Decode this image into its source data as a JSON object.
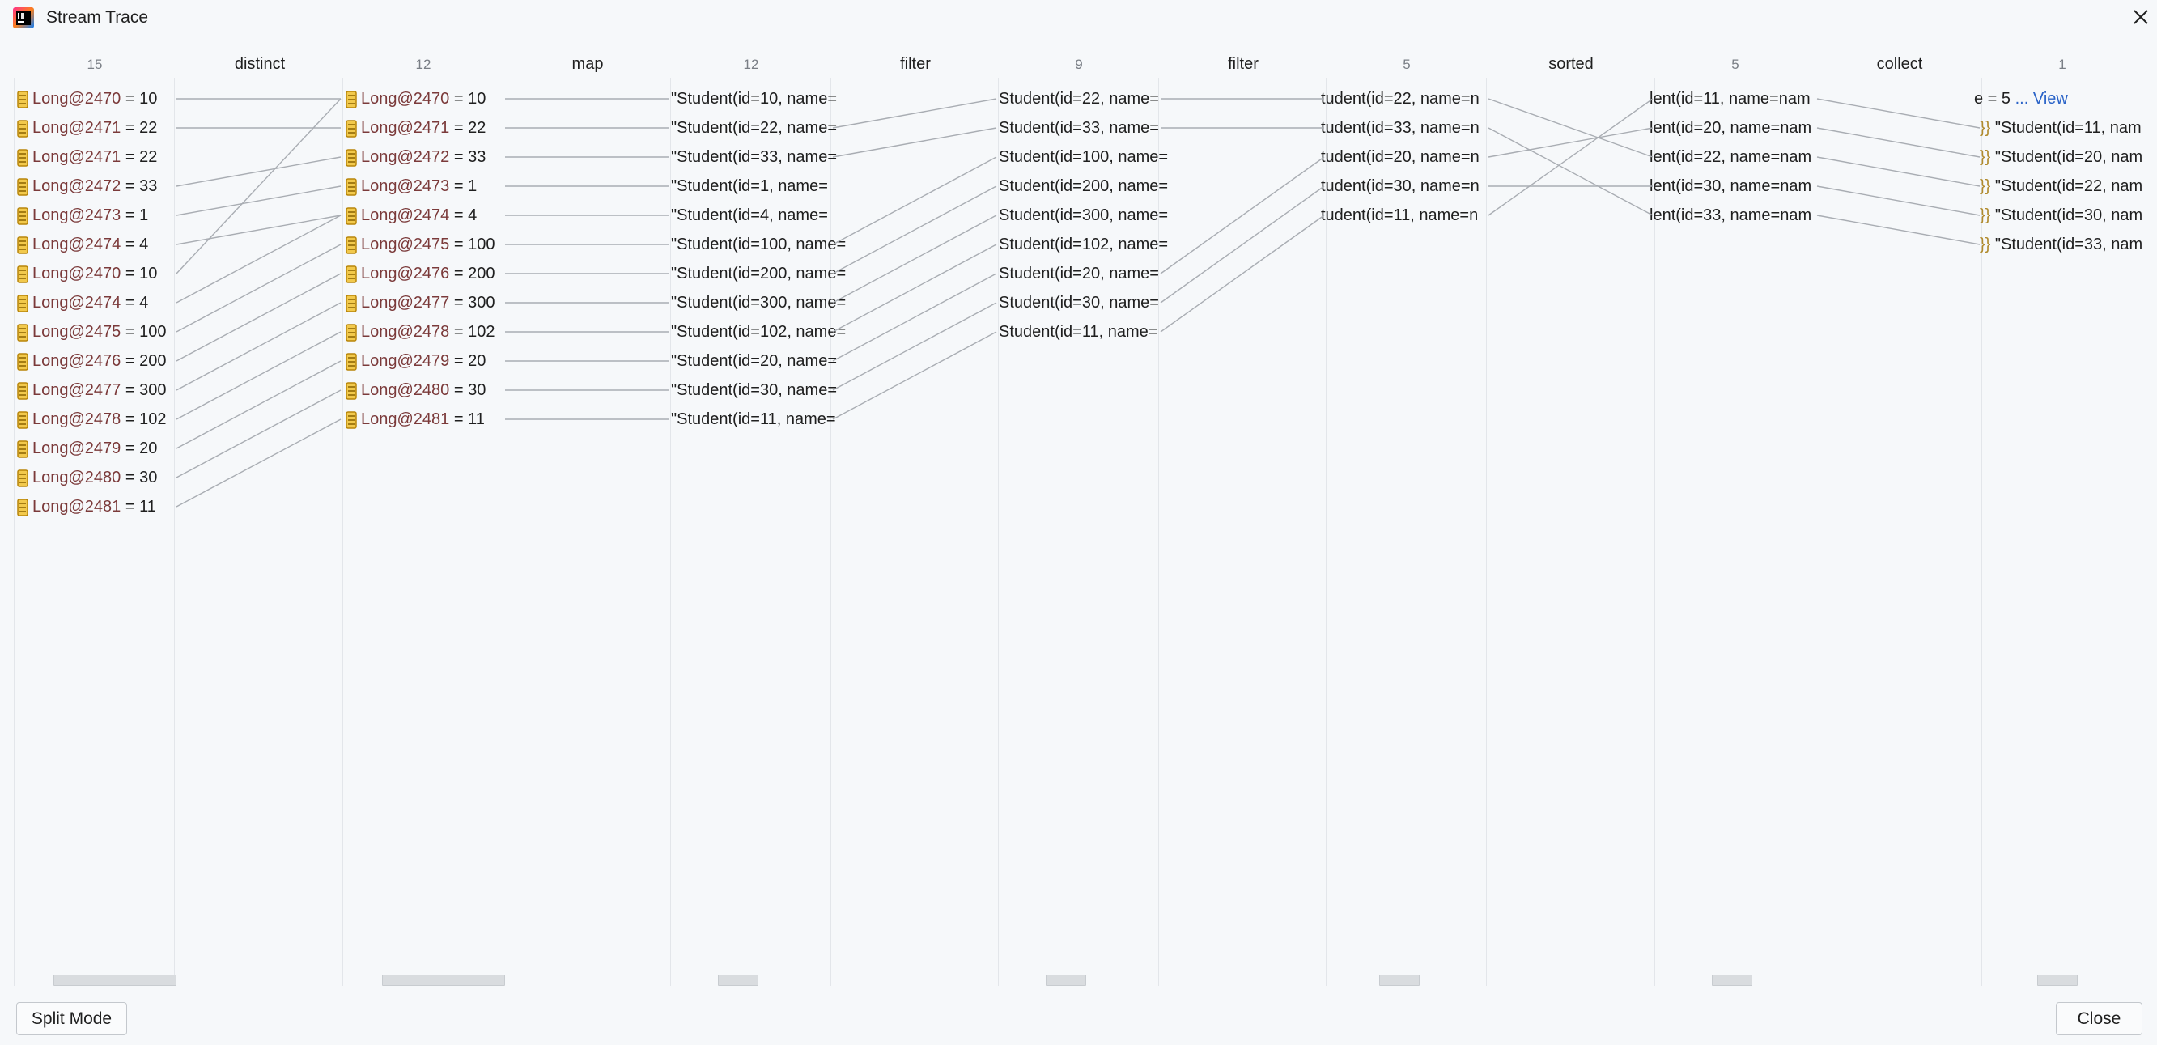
{
  "window": {
    "title": "Stream Trace"
  },
  "operations": [
    "distinct",
    "map",
    "filter",
    "filter",
    "sorted",
    "collect"
  ],
  "counts": [
    "15",
    "12",
    "12",
    "9",
    "5",
    "5",
    "1"
  ],
  "columns": [
    {
      "items": [
        {
          "cls": "Long@2470",
          "val": " = 10"
        },
        {
          "cls": "Long@2471",
          "val": " = 22"
        },
        {
          "cls": "Long@2471",
          "val": " = 22"
        },
        {
          "cls": "Long@2472",
          "val": " = 33"
        },
        {
          "cls": "Long@2473",
          "val": " = 1"
        },
        {
          "cls": "Long@2474",
          "val": " = 4"
        },
        {
          "cls": "Long@2470",
          "val": " = 10"
        },
        {
          "cls": "Long@2474",
          "val": " = 4"
        },
        {
          "cls": "Long@2475",
          "val": " = 100"
        },
        {
          "cls": "Long@2476",
          "val": " = 200"
        },
        {
          "cls": "Long@2477",
          "val": " = 300"
        },
        {
          "cls": "Long@2478",
          "val": " = 102"
        },
        {
          "cls": "Long@2479",
          "val": " = 20"
        },
        {
          "cls": "Long@2480",
          "val": " = 30"
        },
        {
          "cls": "Long@2481",
          "val": " = 11"
        }
      ]
    },
    {
      "items": [
        {
          "cls": "Long@2470",
          "val": " = 10"
        },
        {
          "cls": "Long@2471",
          "val": " = 22"
        },
        {
          "cls": "Long@2472",
          "val": " = 33"
        },
        {
          "cls": "Long@2473",
          "val": " = 1"
        },
        {
          "cls": "Long@2474",
          "val": " = 4"
        },
        {
          "cls": "Long@2475",
          "val": " = 100"
        },
        {
          "cls": "Long@2476",
          "val": " = 200"
        },
        {
          "cls": "Long@2477",
          "val": " = 300"
        },
        {
          "cls": "Long@2478",
          "val": " = 102"
        },
        {
          "cls": "Long@2479",
          "val": " = 20"
        },
        {
          "cls": "Long@2480",
          "val": " = 30"
        },
        {
          "cls": "Long@2481",
          "val": " = 11"
        }
      ]
    },
    {
      "items": [
        {
          "text": "\"Student(id=10, name="
        },
        {
          "text": "\"Student(id=22, name="
        },
        {
          "text": "\"Student(id=33, name="
        },
        {
          "text": "\"Student(id=1, name="
        },
        {
          "text": "\"Student(id=4, name="
        },
        {
          "text": "\"Student(id=100, name="
        },
        {
          "text": "\"Student(id=200, name="
        },
        {
          "text": "\"Student(id=300, name="
        },
        {
          "text": "\"Student(id=102, name="
        },
        {
          "text": "\"Student(id=20, name="
        },
        {
          "text": "\"Student(id=30, name="
        },
        {
          "text": "\"Student(id=11, name="
        }
      ]
    },
    {
      "items": [
        {
          "text": "Student(id=22, name="
        },
        {
          "text": "Student(id=33, name="
        },
        {
          "text": "Student(id=100, name="
        },
        {
          "text": "Student(id=200, name="
        },
        {
          "text": "Student(id=300, name="
        },
        {
          "text": "Student(id=102, name="
        },
        {
          "text": "Student(id=20, name="
        },
        {
          "text": "Student(id=30, name="
        },
        {
          "text": "Student(id=11, name="
        }
      ]
    },
    {
      "items": [
        {
          "text": "tudent(id=22, name=n"
        },
        {
          "text": "tudent(id=33, name=n"
        },
        {
          "text": "tudent(id=20, name=n"
        },
        {
          "text": "tudent(id=30, name=n"
        },
        {
          "text": "tudent(id=11, name=n"
        }
      ]
    },
    {
      "items": [
        {
          "text": "lent(id=11, name=nam"
        },
        {
          "text": "lent(id=20, name=nam"
        },
        {
          "text": "lent(id=22, name=nam"
        },
        {
          "text": "lent(id=30, name=nam"
        },
        {
          "text": "lent(id=33, name=nam"
        }
      ]
    },
    {
      "items": [
        {
          "text": "e = 5 ",
          "view": "... View"
        },
        {
          "text": "\"Student(id=11, nam"
        },
        {
          "text": "\"Student(id=20, nam"
        },
        {
          "text": "\"Student(id=22, nam"
        },
        {
          "text": "\"Student(id=30, nam"
        },
        {
          "text": "\"Student(id=33, nam"
        }
      ]
    }
  ],
  "links": [
    [
      [
        0,
        0
      ],
      [
        1,
        1
      ],
      [
        3,
        2
      ],
      [
        4,
        3
      ],
      [
        5,
        4
      ],
      [
        6,
        0
      ],
      [
        7,
        4
      ],
      [
        8,
        5
      ],
      [
        9,
        6
      ],
      [
        10,
        7
      ],
      [
        11,
        8
      ],
      [
        12,
        9
      ],
      [
        13,
        10
      ],
      [
        14,
        11
      ]
    ],
    [
      [
        0,
        0
      ],
      [
        1,
        1
      ],
      [
        2,
        2
      ],
      [
        3,
        3
      ],
      [
        4,
        4
      ],
      [
        5,
        5
      ],
      [
        6,
        6
      ],
      [
        7,
        7
      ],
      [
        8,
        8
      ],
      [
        9,
        9
      ],
      [
        10,
        10
      ],
      [
        11,
        11
      ]
    ],
    [
      [
        1,
        0
      ],
      [
        2,
        1
      ],
      [
        5,
        2
      ],
      [
        6,
        3
      ],
      [
        7,
        4
      ],
      [
        8,
        5
      ],
      [
        9,
        6
      ],
      [
        10,
        7
      ],
      [
        11,
        8
      ]
    ],
    [
      [
        0,
        0
      ],
      [
        1,
        1
      ],
      [
        6,
        2
      ],
      [
        7,
        3
      ],
      [
        8,
        4
      ]
    ],
    [
      [
        0,
        2
      ],
      [
        1,
        4
      ],
      [
        2,
        1
      ],
      [
        3,
        3
      ],
      [
        4,
        0
      ]
    ],
    [
      [
        0,
        1
      ],
      [
        1,
        2
      ],
      [
        2,
        3
      ],
      [
        3,
        4
      ],
      [
        4,
        5
      ]
    ]
  ],
  "buttons": {
    "split_mode": "Split Mode",
    "close": "Close"
  }
}
